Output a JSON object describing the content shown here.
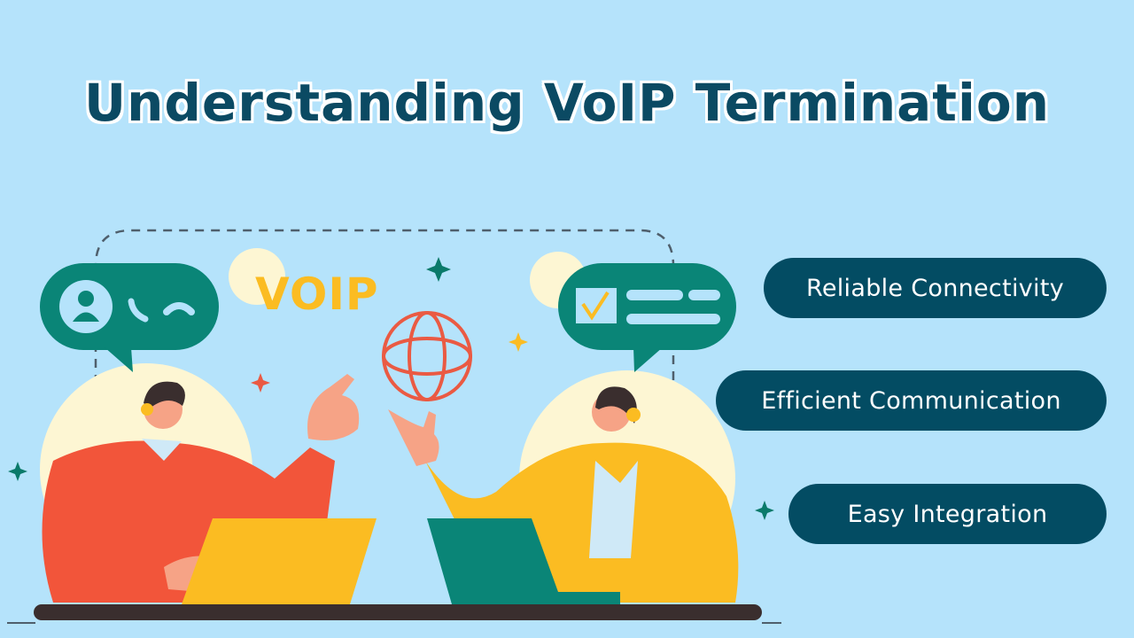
{
  "header": {
    "title": "Understanding VoIP Termination"
  },
  "illustration": {
    "voip_label": "VOIP",
    "icons": [
      "user-icon",
      "phone-icon",
      "hang-up-icon",
      "globe-icon",
      "checkbox-icon",
      "sparkle-icon"
    ],
    "colors": {
      "background": "#b5e3fb",
      "bubble": "#0a8577",
      "orange": "#f2553a",
      "yellow": "#fbbc22",
      "cream": "#fdf6d3",
      "globe": "#ea5a43",
      "desk": "#3a2e2e"
    }
  },
  "features": [
    {
      "label": "Reliable Connectivity"
    },
    {
      "label": "Efficient Communication"
    },
    {
      "label": "Easy Integration"
    }
  ],
  "colors": {
    "pill_bg": "#034c63",
    "pill_text": "#ffffff",
    "title": "#0b4a63"
  }
}
